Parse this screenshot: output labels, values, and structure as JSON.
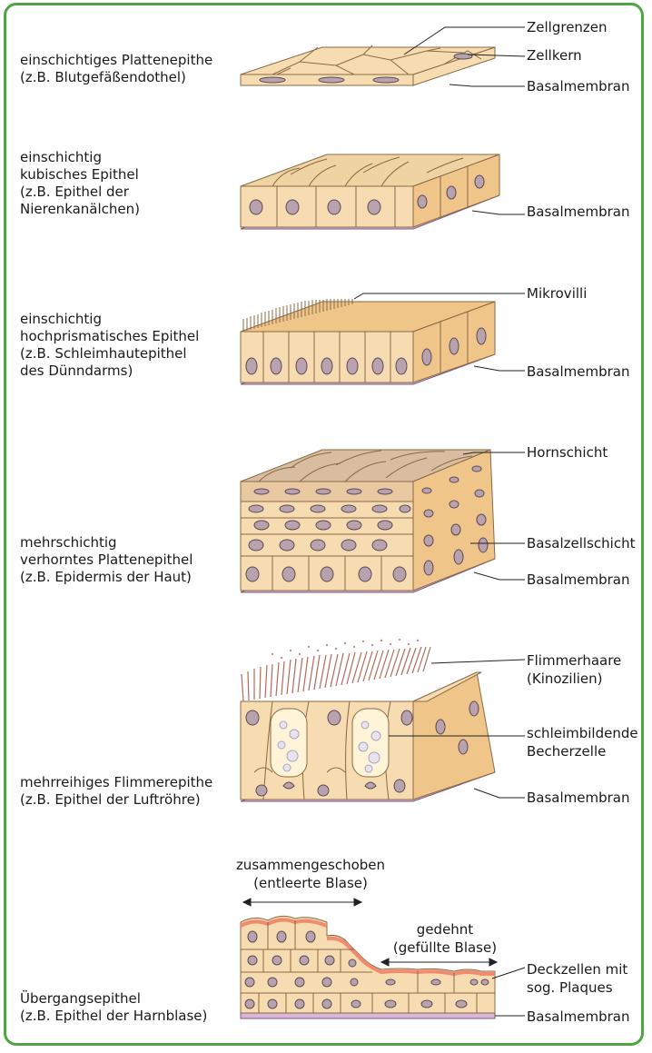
{
  "colors": {
    "frame": "#4ea542",
    "cell_fill": "#f6dcb0",
    "cell_stroke": "#8a6a45",
    "nucleus_fill": "#b8a2ae",
    "nucleus_stroke": "#5e4a56",
    "membrane": "#d9b6d9",
    "horn": "#d8bda0",
    "cilia": "#b36a5a",
    "plaque": "#f08a70"
  },
  "rows": [
    {
      "id": "simple-squamous",
      "desc_lines": [
        "einschichtiges Plattenepithe",
        "(z.B. Blutgefäßendothel)"
      ],
      "labels": [
        "Zellgrenzen",
        "Zellkern",
        "Basalmembran"
      ]
    },
    {
      "id": "simple-cuboidal",
      "desc_lines": [
        "einschichtig",
        "kubisches Epithel",
        "(z.B. Epithel der",
        "Nierenkanälchen)"
      ],
      "labels": [
        "Basalmembran"
      ]
    },
    {
      "id": "simple-columnar",
      "desc_lines": [
        "einschichtig",
        "hochprismatisches Epithel",
        "(z.B. Schleimhautepithel",
        "des Dünndarms)"
      ],
      "labels": [
        "Mikrovilli",
        "Basalmembran"
      ]
    },
    {
      "id": "stratified-keratinized",
      "desc_lines": [
        "mehrschichtig",
        "verhorntes Plattenepithel",
        "(z.B. Epidermis der Haut)"
      ],
      "labels": [
        "Hornschicht",
        "Basalzellschicht",
        "Basalmembran"
      ]
    },
    {
      "id": "pseudostratified-ciliated",
      "desc_lines": [
        "mehrreihiges Flimmerepithe",
        "(z.B. Epithel der Luftröhre)"
      ],
      "labels": [
        "Flimmerhaare",
        "(Kinozilien)",
        "schleimbildende",
        "Becherzelle",
        "Basalmembran"
      ]
    },
    {
      "id": "transitional",
      "desc_lines": [
        "Übergangsepithel",
        "(z.B. Epithel der Harnblase)"
      ],
      "labels": [
        "Deckzellen mit",
        "sog. Plaques",
        "Basalmembran"
      ],
      "annotations": [
        "zusammengeschoben",
        "(entleerte Blase)",
        "gedehnt",
        "(gefüllte Blase)"
      ]
    }
  ]
}
